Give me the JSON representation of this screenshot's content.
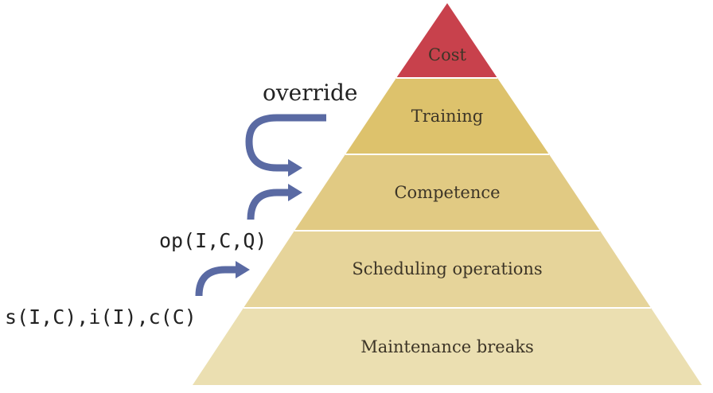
{
  "pyramid": {
    "layers": [
      {
        "label": "Cost",
        "color": "#c8414c"
      },
      {
        "label": "Training",
        "color": "#ddc26c"
      },
      {
        "label": "Competence",
        "color": "#e1ca83"
      },
      {
        "label": "Scheduling operations",
        "color": "#e6d49a"
      },
      {
        "label": "Maintenance breaks",
        "color": "#ebdfb1"
      }
    ]
  },
  "annotations": {
    "override": "override",
    "op": "op(I,C,Q)",
    "inputs": "s(I,C),i(I),c(C)"
  },
  "colors": {
    "arrow": "#5a6aa3",
    "layer_divider": "#ffffff"
  }
}
